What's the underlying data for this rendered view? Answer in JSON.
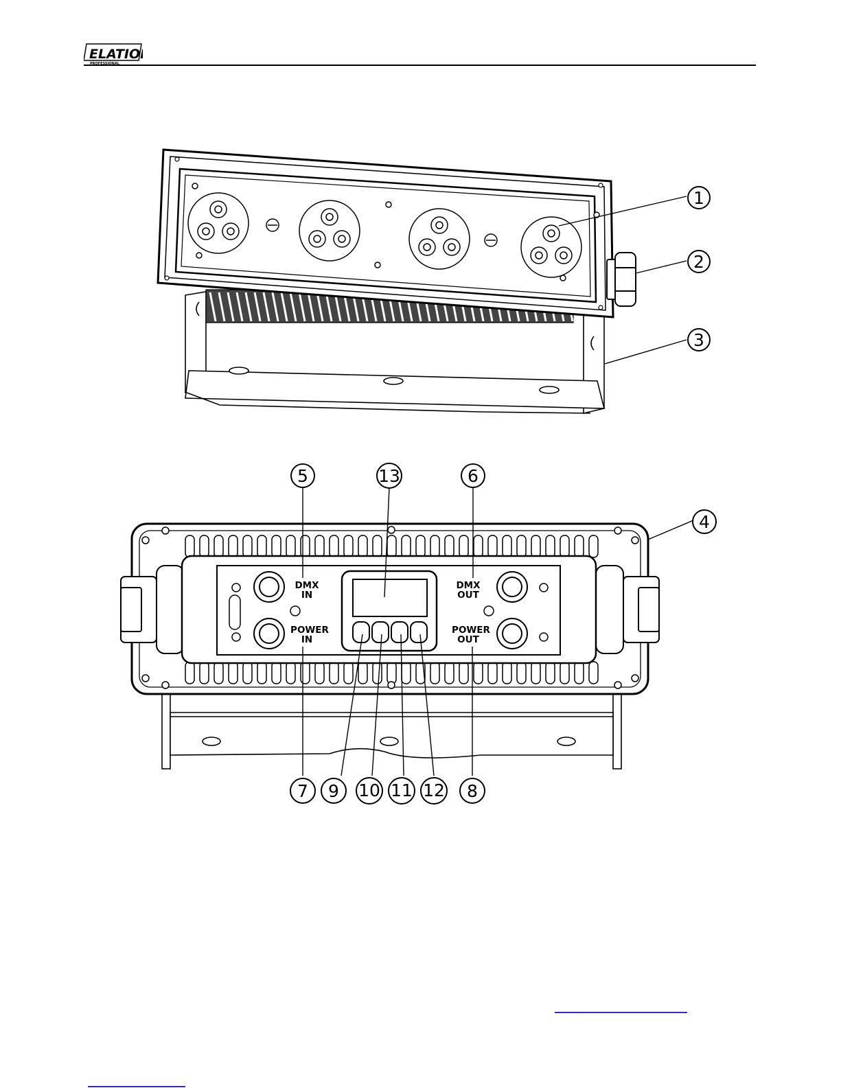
{
  "header": {
    "logo_text": "ELATION",
    "logo_sub": "PROFESSIONAL"
  },
  "front_view": {
    "callouts": [
      "1",
      "2",
      "3"
    ]
  },
  "rear_view": {
    "callouts": [
      "4",
      "5",
      "6",
      "7",
      "8",
      "9",
      "10",
      "11",
      "12",
      "13"
    ],
    "labels": {
      "dmx_in_line1": "DMX",
      "dmx_in_line2": "IN",
      "dmx_out_line1": "DMX",
      "dmx_out_line2": "OUT",
      "power_in_line1": "POWER",
      "power_in_line2": "IN",
      "power_out_line1": "POWER",
      "power_out_line2": "OUT"
    }
  },
  "footer": {
    "link_color": "#2b2bd6"
  }
}
